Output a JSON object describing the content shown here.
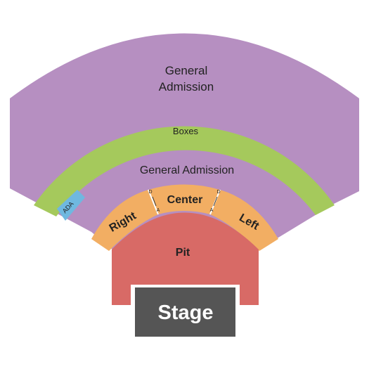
{
  "venue_map": {
    "sections": {
      "outer_ga": {
        "label_line1": "General",
        "label_line2": "Admission",
        "color": "#b68fc1"
      },
      "boxes": {
        "label": "Boxes",
        "color": "#a5c95c"
      },
      "inner_ga": {
        "label": "General Admission",
        "color": "#b68fc1"
      },
      "ada": {
        "label": "ADA",
        "color": "#6fb8e0"
      },
      "right": {
        "label": "Right",
        "color": "#f2ae63"
      },
      "center": {
        "label": "Center",
        "color": "#f2ae63"
      },
      "left": {
        "label": "Left",
        "color": "#f2ae63"
      },
      "ada_left_small": {
        "letter1": "D",
        "letter2": "A"
      },
      "ada_right_small": {
        "letter1": "D",
        "letter2": "A"
      },
      "pit": {
        "label": "Pit",
        "color": "#d86a66"
      },
      "stage": {
        "label": "Stage",
        "color": "#555555",
        "text_color": "#ffffff"
      }
    }
  }
}
